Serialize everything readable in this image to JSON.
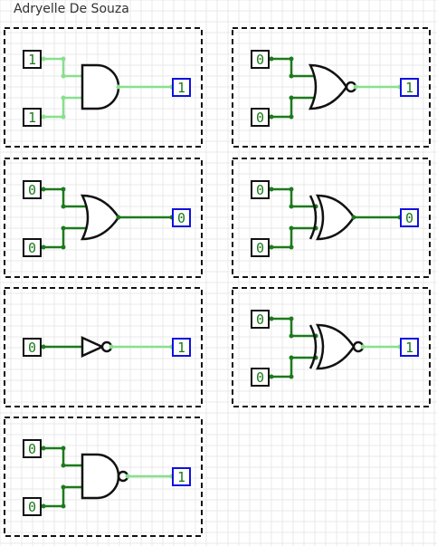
{
  "author": "Adryelle De Souza",
  "colors": {
    "wire_high": "#88e08d",
    "wire_low": "#1c7a1c",
    "output_border": "#1010e0",
    "input_border": "#111111",
    "frame": "#111111",
    "grid": "#e8e8e8"
  },
  "circuits": [
    {
      "name": "and-circuit",
      "gate": "and",
      "inputs": [
        "1",
        "1"
      ],
      "output": "1"
    },
    {
      "name": "nor-circuit",
      "gate": "nor",
      "inputs": [
        "0",
        "0"
      ],
      "output": "1"
    },
    {
      "name": "or-circuit",
      "gate": "or",
      "inputs": [
        "0",
        "0"
      ],
      "output": "0"
    },
    {
      "name": "xor-circuit",
      "gate": "xor",
      "inputs": [
        "0",
        "0"
      ],
      "output": "0"
    },
    {
      "name": "not-circuit",
      "gate": "not",
      "inputs": [
        "0"
      ],
      "output": "1"
    },
    {
      "name": "xnor-circuit",
      "gate": "xnor",
      "inputs": [
        "0",
        "0"
      ],
      "output": "1"
    },
    {
      "name": "nand-circuit",
      "gate": "nand",
      "inputs": [
        "0",
        "0"
      ],
      "output": "1"
    }
  ]
}
